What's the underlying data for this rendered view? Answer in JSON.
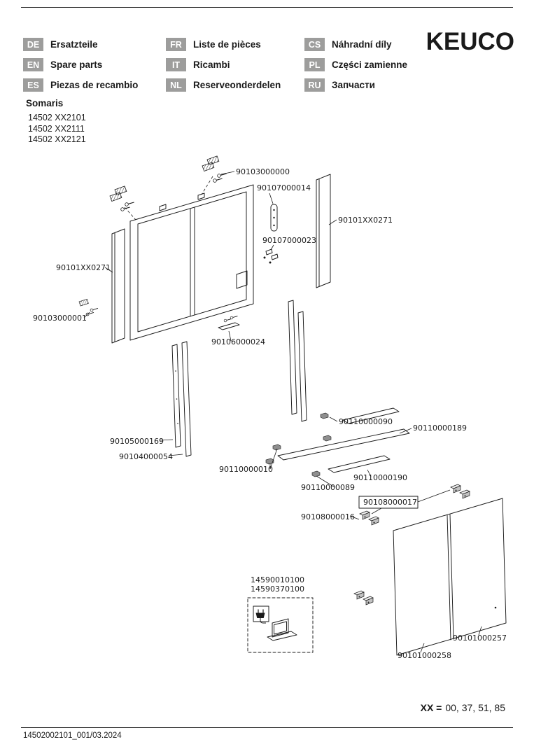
{
  "brand": {
    "logo": "KEUCO"
  },
  "colors": {
    "ink": "#1a1a1a",
    "badge_bg": "#9d9d9c",
    "page_bg": "#ffffff"
  },
  "header": {
    "columns": [
      {
        "items": [
          {
            "code": "DE",
            "label": "Ersatzteile"
          },
          {
            "code": "EN",
            "label": "Spare parts"
          },
          {
            "code": "ES",
            "label": "Piezas de recambio"
          }
        ]
      },
      {
        "items": [
          {
            "code": "FR",
            "label": "Liste de pièces"
          },
          {
            "code": "IT",
            "label": "Ricambi"
          },
          {
            "code": "NL",
            "label": "Reserveonderdelen"
          }
        ]
      },
      {
        "items": [
          {
            "code": "CS",
            "label": "Náhradní díly"
          },
          {
            "code": "PL",
            "label": "Części zamienne"
          },
          {
            "code": "RU",
            "label": "Запчасти"
          }
        ]
      }
    ]
  },
  "product": {
    "series": "Somaris",
    "models": [
      "14502 XX2101",
      "14502 XX2111",
      "14502 XX2121"
    ]
  },
  "diagram": {
    "parts": {
      "top_fixing": "90103000000",
      "hinge_upper": "90107000014",
      "side_panel": "90101XX0271",
      "hinge_upper_small": "90107000023",
      "fixing_small": "90103000001",
      "bottom_bracket": "90106000024",
      "light_strip": "90105000169",
      "cover_strip": "90104000054",
      "shelf_clip_top": "90110000090",
      "glass_shelf_large": "90110000189",
      "shelf_clips": "90110000010",
      "glass_shelf_small": "90110000190",
      "shelf_clip_low": "90110000089",
      "hinge_set_upper": "90108000017",
      "hinge_set_lower": "90108000016",
      "accessory_a": "14590010100",
      "accessory_b": "14590370100",
      "door_right": "90101000257",
      "door_left": "90101000258"
    }
  },
  "footer": {
    "finish_codes_bold": "XX =",
    "finish_codes_values": "00, 37, 51, 85",
    "document_code": "14502002101_001/03.2024"
  }
}
